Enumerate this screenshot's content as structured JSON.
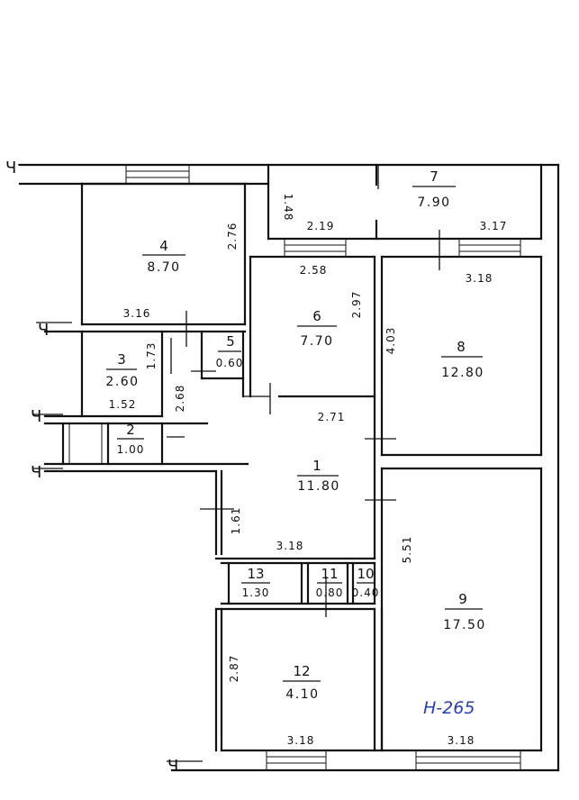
{
  "axis_mark": "Ч",
  "note": "Н-265",
  "rooms": [
    {
      "id": "r1",
      "number": "1",
      "area": "11.80"
    },
    {
      "id": "r2",
      "number": "2",
      "area": "1.00"
    },
    {
      "id": "r3",
      "number": "3",
      "area": "2.60"
    },
    {
      "id": "r4",
      "number": "4",
      "area": "8.70"
    },
    {
      "id": "r5",
      "number": "5",
      "area": "0.60"
    },
    {
      "id": "r6",
      "number": "6",
      "area": "7.70"
    },
    {
      "id": "r7",
      "number": "7",
      "area": "7.90"
    },
    {
      "id": "r8",
      "number": "8",
      "area": "12.80"
    },
    {
      "id": "r9",
      "number": "9",
      "area": "17.50"
    },
    {
      "id": "r10",
      "number": "10",
      "area": "0.40"
    },
    {
      "id": "r11",
      "number": "11",
      "area": "0.80"
    },
    {
      "id": "r12",
      "number": "12",
      "area": "4.10"
    },
    {
      "id": "r13",
      "number": "13",
      "area": "1.30"
    }
  ],
  "dimensions": {
    "d148": "1.48",
    "d219": "2.19",
    "d317": "3.17",
    "d276": "2.76",
    "d258": "2.58",
    "d318a": "3.18",
    "d297": "2.97",
    "d316": "3.16",
    "d403": "4.03",
    "d173": "1.73",
    "d268": "2.68",
    "d152": "1.52",
    "d271": "2.71",
    "d161": "1.61",
    "d318b": "3.18",
    "d551": "5.51",
    "d287": "2.87",
    "d318c": "3.18",
    "d318d": "3.18"
  }
}
